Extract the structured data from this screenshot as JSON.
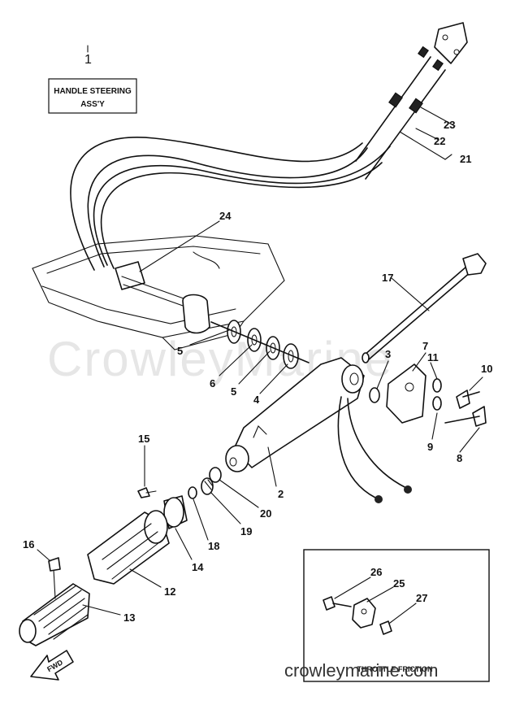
{
  "diagram": {
    "header_index": "1",
    "header_title_line1": "HANDLE STEERING",
    "header_title_line2": "ASS'Y",
    "watermark": "CrowleyMarine",
    "site_text": "crowleymarine.com",
    "fwd_label": "FWD",
    "inset_caption": "THROTTLE FRICTION",
    "callouts": [
      {
        "id": "2",
        "label": "2"
      },
      {
        "id": "3",
        "label": "3"
      },
      {
        "id": "4",
        "label": "4"
      },
      {
        "id": "5a",
        "label": "5"
      },
      {
        "id": "5b",
        "label": "5"
      },
      {
        "id": "6",
        "label": "6"
      },
      {
        "id": "7",
        "label": "7"
      },
      {
        "id": "8",
        "label": "8"
      },
      {
        "id": "9",
        "label": "9"
      },
      {
        "id": "10",
        "label": "10"
      },
      {
        "id": "11",
        "label": "11"
      },
      {
        "id": "12",
        "label": "12"
      },
      {
        "id": "13",
        "label": "13"
      },
      {
        "id": "14",
        "label": "14"
      },
      {
        "id": "15",
        "label": "15"
      },
      {
        "id": "16",
        "label": "16"
      },
      {
        "id": "17",
        "label": "17"
      },
      {
        "id": "18",
        "label": "18"
      },
      {
        "id": "19",
        "label": "19"
      },
      {
        "id": "20",
        "label": "20"
      },
      {
        "id": "21",
        "label": "21"
      },
      {
        "id": "22",
        "label": "22"
      },
      {
        "id": "23",
        "label": "23"
      },
      {
        "id": "24",
        "label": "24"
      },
      {
        "id": "25",
        "label": "25"
      },
      {
        "id": "26",
        "label": "26"
      },
      {
        "id": "27",
        "label": "27"
      }
    ]
  }
}
